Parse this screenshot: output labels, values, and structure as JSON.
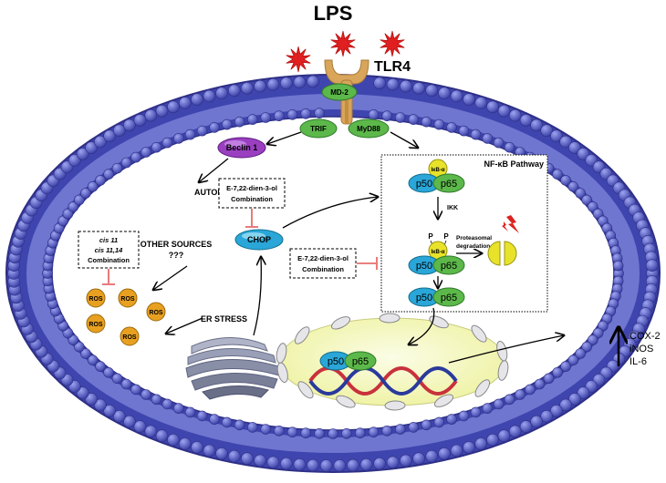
{
  "title": "LPS",
  "receptor": {
    "label": "TLR4",
    "md2": "MD-2",
    "trif": "TRIF",
    "myd88": "MyD88"
  },
  "beclin": "Beclin 1",
  "autophagy": "AUTOPHAGY",
  "box_a": {
    "line1": "E-7,22-dien-3-ol",
    "line2": "Combination"
  },
  "box_b": {
    "line1": "E-7,22-dien-3-ol",
    "line2": "Combination"
  },
  "chop": "CHOP",
  "other_sources": {
    "line1": "OTHER SOURCES",
    "line2": "???"
  },
  "ros_box": {
    "line1": "cis 11",
    "line2": "cis 11,14",
    "line3": "Combination"
  },
  "ros_label": "ROS",
  "er_stress": "ER STRESS",
  "nfkb": {
    "title": "NF-κB Pathway",
    "ikba": "IκB-α",
    "p50": "p50",
    "p65": "p65",
    "ikk": "IKK",
    "p": "P",
    "degradation_line1": "Proteasomal",
    "degradation_line2": "degradation"
  },
  "nucleus": {
    "p50": "p50",
    "p65": "p65"
  },
  "outputs": [
    "COX-2",
    "iNOS",
    "IL-6"
  ],
  "colors": {
    "membrane": "#4a4fb5",
    "membrane_dark": "#2e2f86",
    "tlr4": "#d8a55a",
    "green": "#5cb84a",
    "blue": "#2aa6d8",
    "yellow": "#e8e22a",
    "purple": "#9a3fc0",
    "ros": "#e8a020",
    "burst": "#e02020",
    "nucleus": "#f3f5c8",
    "er": "#8a8fa8"
  }
}
